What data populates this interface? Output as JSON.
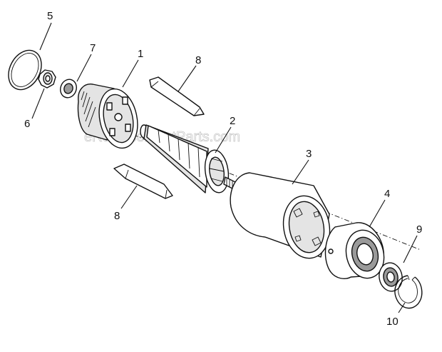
{
  "watermark": "eReplacementParts.com",
  "callouts": [
    {
      "id": "5",
      "label": "5"
    },
    {
      "id": "7",
      "label": "7"
    },
    {
      "id": "1",
      "label": "1"
    },
    {
      "id": "8a",
      "label": "8"
    },
    {
      "id": "6",
      "label": "6"
    },
    {
      "id": "2",
      "label": "2"
    },
    {
      "id": "3",
      "label": "3"
    },
    {
      "id": "8b",
      "label": "8"
    },
    {
      "id": "4",
      "label": "4"
    },
    {
      "id": "9",
      "label": "9"
    },
    {
      "id": "10",
      "label": "10"
    }
  ]
}
